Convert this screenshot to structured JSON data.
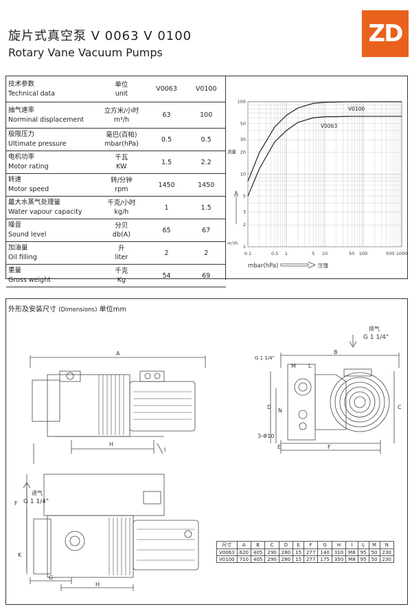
{
  "header": {
    "title_cn": "旋片式真空泵   V 0063  V 0100",
    "title_en": "Rotary Vane Vacuum Pumps",
    "logo": "ZD"
  },
  "spec_table": {
    "header": {
      "label_cn": "技术参数",
      "label_en": "Technical data",
      "unit_cn": "单位",
      "unit_en": "unit",
      "col1": "V0063",
      "col2": "V0100"
    },
    "rows": [
      {
        "label_cn": "抽气速率",
        "label_en": "Norminal displacement",
        "unit_cn": "立方米/小时",
        "unit_en": "m³/h",
        "v1": "63",
        "v2": "100"
      },
      {
        "label_cn": "极限压力",
        "label_en": "Ultimate pressure",
        "unit_cn": "毫巴(百帕)",
        "unit_en": "mbar(hPa)",
        "v1": "0.5",
        "v2": "0.5"
      },
      {
        "label_cn": "电机功率",
        "label_en": "Motor rating",
        "unit_cn": "千瓦",
        "unit_en": "KW",
        "v1": "1.5",
        "v2": "2.2"
      },
      {
        "label_cn": "转速",
        "label_en": "Motor speed",
        "unit_cn": "转/分钟",
        "unit_en": "rpm",
        "v1": "1450",
        "v2": "1450"
      },
      {
        "label_cn": "最大水蒸气处理量",
        "label_en": "Water vapour capacity",
        "unit_cn": "千克/小时",
        "unit_en": "kg/h",
        "v1": "1",
        "v2": "1.5"
      },
      {
        "label_cn": "噪音",
        "label_en": "Sound level",
        "unit_cn": "分贝",
        "unit_en": "db(A)",
        "v1": "65",
        "v2": "67"
      },
      {
        "label_cn": "加油量",
        "label_en": "Oil filling",
        "unit_cn": "升",
        "unit_en": "liter",
        "v1": "2",
        "v2": "2"
      },
      {
        "label_cn": "重量",
        "label_en": "Gross weight",
        "unit_cn": "千克",
        "unit_en": "Kg",
        "v1": "54",
        "v2": "69"
      }
    ]
  },
  "chart_data": {
    "type": "line",
    "x_scale": "log",
    "y_scale": "log",
    "xlim": [
      0.1,
      1000
    ],
    "ylim": [
      1,
      100
    ],
    "x_ticks": [
      "0.1",
      "0.5",
      "1",
      "5",
      "10",
      "50",
      "100",
      "500",
      "1000"
    ],
    "y_ticks": [
      "100",
      "50",
      "30",
      "20",
      "10",
      "5",
      "3",
      "2",
      "1"
    ],
    "ylabel_cn": "流量",
    "y_unit": "m³/h",
    "xlabel": "mbar(hPa)",
    "xlabel_cn": "压强",
    "grid": true,
    "series": [
      {
        "name": "V0100",
        "x": [
          0.1,
          0.2,
          0.5,
          1,
          2,
          5,
          10,
          50,
          100,
          500,
          1000
        ],
        "values": [
          8,
          20,
          45,
          65,
          82,
          95,
          98,
          100,
          100,
          100,
          100
        ]
      },
      {
        "name": "V0063",
        "x": [
          0.1,
          0.2,
          0.5,
          1,
          2,
          5,
          10,
          50,
          100,
          500,
          1000
        ],
        "values": [
          5,
          12,
          28,
          40,
          52,
          60,
          62,
          63,
          63,
          63,
          63
        ]
      }
    ]
  },
  "dimensions": {
    "title": "外形及安装尺寸",
    "title_en": "(Dimensions)",
    "title_unit": "单位mm",
    "exhaust_cn": "排气",
    "exhaust_size": "G 1 1/4\"",
    "inlet_cn": "进气",
    "inlet_size": "G 1 1/4\"",
    "side_label": "G 1 1/4\"",
    "letters": {
      "A": "A",
      "B": "B",
      "C": "C",
      "D": "D",
      "E": "E",
      "F": "F",
      "G": "G",
      "H": "H",
      "I": "I",
      "K": "K",
      "L": "L",
      "M": "M",
      "N": "N",
      "hole": "3-Φ10"
    },
    "table": {
      "headers": [
        "尺寸",
        "A",
        "B",
        "C",
        "D",
        "E",
        "F",
        "G",
        "H",
        "I",
        "L",
        "M",
        "N"
      ],
      "rows": [
        [
          "V0063",
          "620",
          "405",
          "290",
          "280",
          "15",
          "277",
          "140",
          "310",
          "M8",
          "95",
          "50",
          "230"
        ],
        [
          "V0100",
          "710",
          "405",
          "290",
          "280",
          "15",
          "277",
          "175",
          "350",
          "M8",
          "95",
          "50",
          "230"
        ]
      ]
    }
  }
}
